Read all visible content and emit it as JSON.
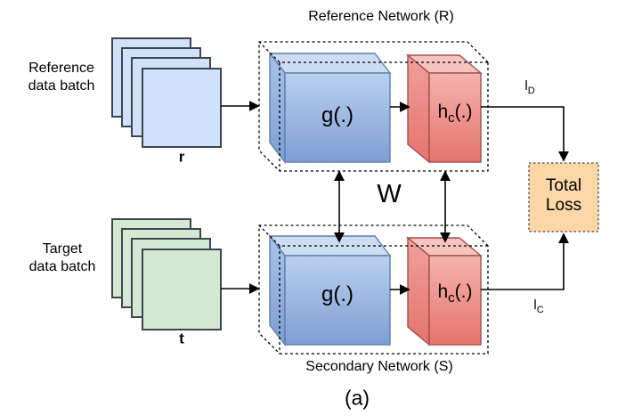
{
  "diagram": {
    "caption": "(a)",
    "shared_weights_label": "W",
    "reference_branch": {
      "title": "Reference Network (R)",
      "input_label_line1": "Reference",
      "input_label_line2": "data batch",
      "batch_symbol": "r",
      "encoder_label": "g(.)",
      "head_label_pre": "h",
      "head_label_sub": "c",
      "head_label_post": "(.)",
      "output_pre": "l",
      "output_sub": "D"
    },
    "secondary_branch": {
      "title": "Secondary Network (S)",
      "input_label_line1": "Target",
      "input_label_line2": "data batch",
      "batch_symbol": "t",
      "encoder_label": "g(.)",
      "head_label_pre": "h",
      "head_label_sub": "c",
      "head_label_post": "(.)",
      "output_pre": "l",
      "output_sub": "C"
    },
    "loss_block": {
      "line1": "Total",
      "line2": "Loss"
    },
    "colors": {
      "batch_blue_fill": "#cfe2f9",
      "batch_green_fill": "#d5e8d4",
      "blue_block_top": "#cbdcf3",
      "blue_block_border": "#5d7fb0",
      "red_block_top": "#f7c3bf",
      "red_block_border": "#a34f4a",
      "loss_fill": "#fbd7a7",
      "line_color": "#000000"
    }
  }
}
